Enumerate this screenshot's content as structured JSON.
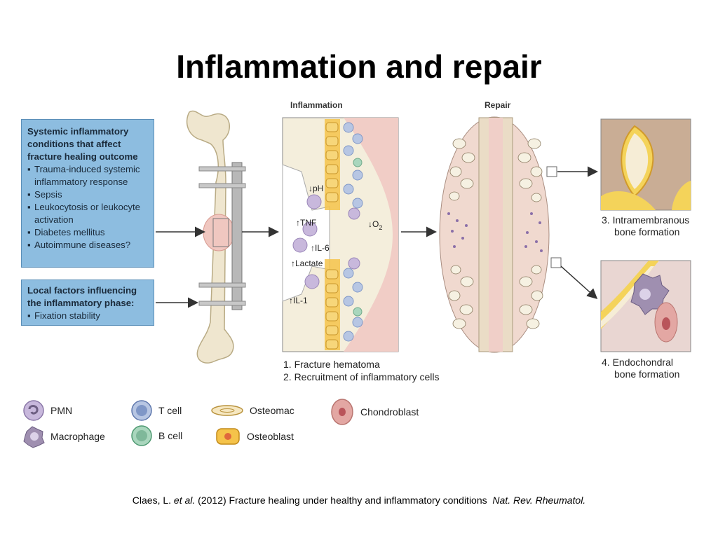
{
  "title": "Inflammation and repair",
  "systemic_box": {
    "heading": "Systemic inflammatory conditions that affect fracture healing outcome",
    "items": [
      "Trauma-induced systemic inflammatory response",
      "Sepsis",
      "Leukocytosis or leukocyte activation",
      "Diabetes mellitus",
      "Autoimmune diseases?"
    ]
  },
  "local_box": {
    "heading": "Local factors influencing the inflammatory phase:",
    "items": [
      "Fixation stability"
    ]
  },
  "panels": {
    "inflammation_label": "Inflammation",
    "repair_label": "Repair"
  },
  "markers": {
    "ph": "pH",
    "tnf": "TNF",
    "il6": "IL-6",
    "lactate": "Lactate",
    "il1": "IL-1",
    "o2": "O",
    "o2_sub": "2"
  },
  "captions": {
    "hematoma": "1. Fracture hematoma",
    "recruitment": "2. Recruitment of inflammatory cells",
    "intramembranous_line1": "3. Intramembranous",
    "intramembranous_line2": "bone formation",
    "endochondral_line1": "4. Endochondral",
    "endochondral_line2": "bone formation"
  },
  "legend": [
    {
      "label": "PMN",
      "icon": "pmn-cell"
    },
    {
      "label": "Macrophage",
      "icon": "macrophage-cell"
    },
    {
      "label": "T cell",
      "icon": "t-cell"
    },
    {
      "label": "B cell",
      "icon": "b-cell"
    },
    {
      "label": "Osteomac",
      "icon": "osteomac-cell"
    },
    {
      "label": "Osteoblast",
      "icon": "osteoblast-cell"
    },
    {
      "label": "Chondroblast",
      "icon": "chondroblast-cell"
    }
  ],
  "citation": {
    "authors": "Claes, L.",
    "etal": "et al.",
    "text": "(2012) Fracture healing under healthy and inflammatory conditions",
    "journal": "Nat. Rev. Rheumatol."
  },
  "colors": {
    "box_blue": "#8dbde0",
    "bone": "#efe6cf",
    "hematoma_pink": "#f0c7c0",
    "osteoblast_yellow": "#f5c34a",
    "pmn_purple": "#9a86b8",
    "t_cell_blue": "#7f97c7",
    "b_cell_green": "#7fb89a"
  }
}
